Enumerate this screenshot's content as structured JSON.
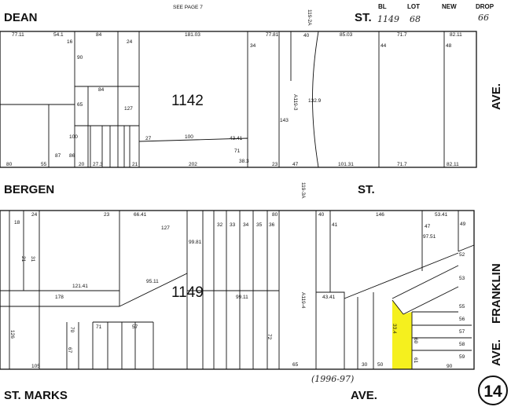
{
  "header": {
    "see_page": "SEE PAGE 7",
    "bl_label": "BL",
    "lot_label": "LOT",
    "new_label": "NEW",
    "drop_label": "DROP",
    "bl_value": "1149",
    "lot_value": "68",
    "drop_value": "66",
    "top_ref": "119-2A",
    "mid_ref": "119-3A"
  },
  "streets": {
    "dean": "DEAN",
    "dean_st": "ST.",
    "bergen": "BERGEN",
    "bergen_st": "ST.",
    "st_marks": "ST. MARKS",
    "st_marks_ave": "AVE.",
    "franklin": "FRANKLIN",
    "franklin_ave": "AVE."
  },
  "blocks": {
    "upper": "1142",
    "lower": "1149"
  },
  "page_number": "14",
  "year_note": "(1996-97)",
  "highlight_color": "#f5f01e",
  "upper_lots": [
    "77.11",
    "54.1",
    "84",
    "181.03",
    "77.81",
    "40",
    "85.03",
    "71.7",
    "82.11",
    "16",
    "90",
    "24",
    "34",
    "84",
    "65",
    "100",
    "127",
    "143",
    "132.9",
    "44",
    "48",
    "27",
    "100",
    "43.41",
    "71",
    "38.3",
    "80",
    "55",
    "87",
    "86",
    "20",
    "27.3",
    "21",
    "202",
    "23",
    "47",
    "101.31",
    "71.7",
    "82.11",
    "A119-3"
  ],
  "lower_lots": [
    "24",
    "18",
    "23",
    "66.41",
    "127",
    "99.81",
    "32",
    "33",
    "34",
    "35",
    "36",
    "80",
    "40",
    "41",
    "146",
    "53.41",
    "49",
    "97.51",
    "47",
    "178",
    "121.41",
    "95.11",
    "99.11",
    "A119-4",
    "43.41",
    "52",
    "53",
    "55",
    "56",
    "57",
    "58",
    "59",
    "33.4",
    "60",
    "61",
    "105",
    "126",
    "65",
    "90",
    "72",
    "67",
    "70",
    "71",
    "57",
    "30",
    "50",
    "21",
    "31"
  ]
}
